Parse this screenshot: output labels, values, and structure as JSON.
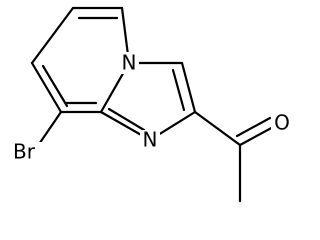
{
  "molecule": {
    "atoms": {
      "n1": "N",
      "n2": "N",
      "br": "Br",
      "o": "O"
    }
  }
}
